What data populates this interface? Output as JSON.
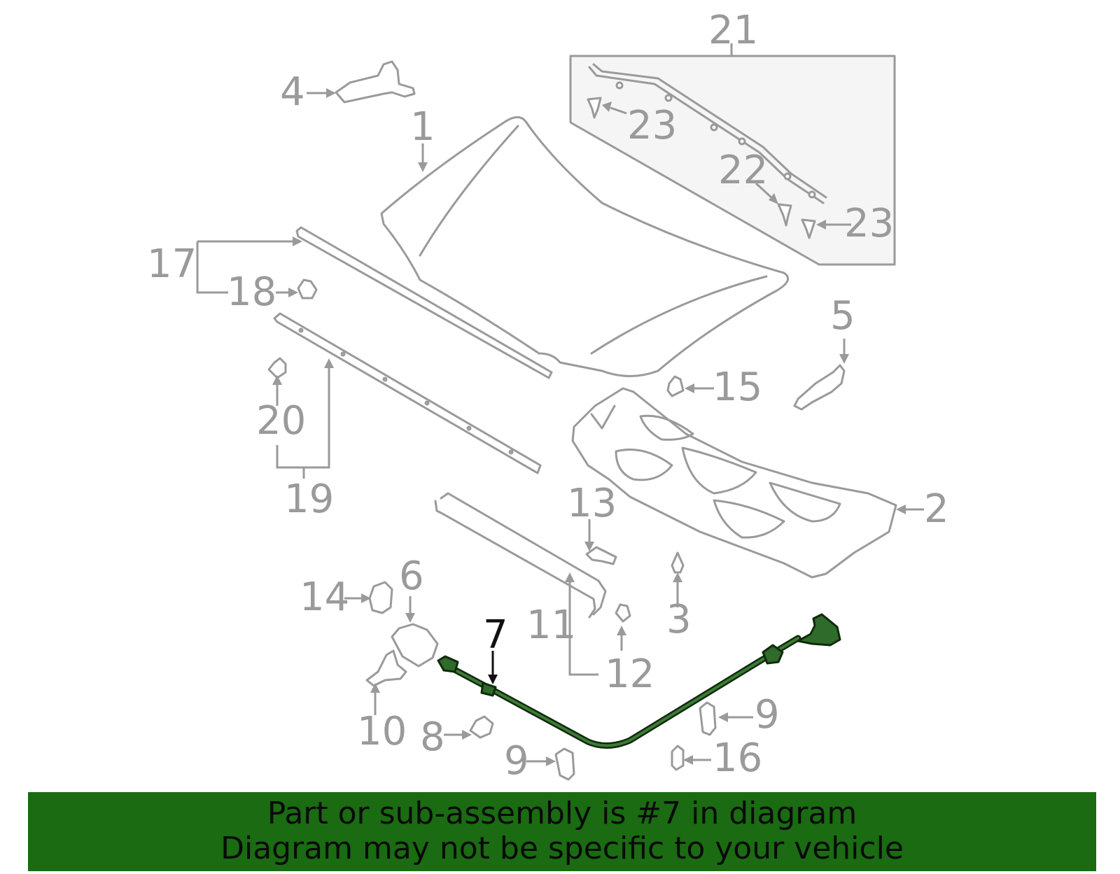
{
  "callouts": {
    "c1": "1",
    "c2": "2",
    "c3": "3",
    "c4": "4",
    "c5": "5",
    "c6": "6",
    "c7": "7",
    "c8": "8",
    "c9a": "9",
    "c9b": "9",
    "c10": "10",
    "c11": "11",
    "c12": "12",
    "c13": "13",
    "c14": "14",
    "c15": "15",
    "c16": "16",
    "c17": "17",
    "c18": "18",
    "c19": "19",
    "c20": "20",
    "c21": "21",
    "c22": "22",
    "c23a": "23",
    "c23b": "23"
  },
  "highlighted_part": "7",
  "colors": {
    "highlight": "#2f6b2a",
    "banner": "#1a6b12",
    "line_art": "#9a9a9a"
  },
  "banner": {
    "line1": "Part or sub-assembly is #7 in diagram",
    "line2": "Diagram may not be specific to your vehicle"
  }
}
